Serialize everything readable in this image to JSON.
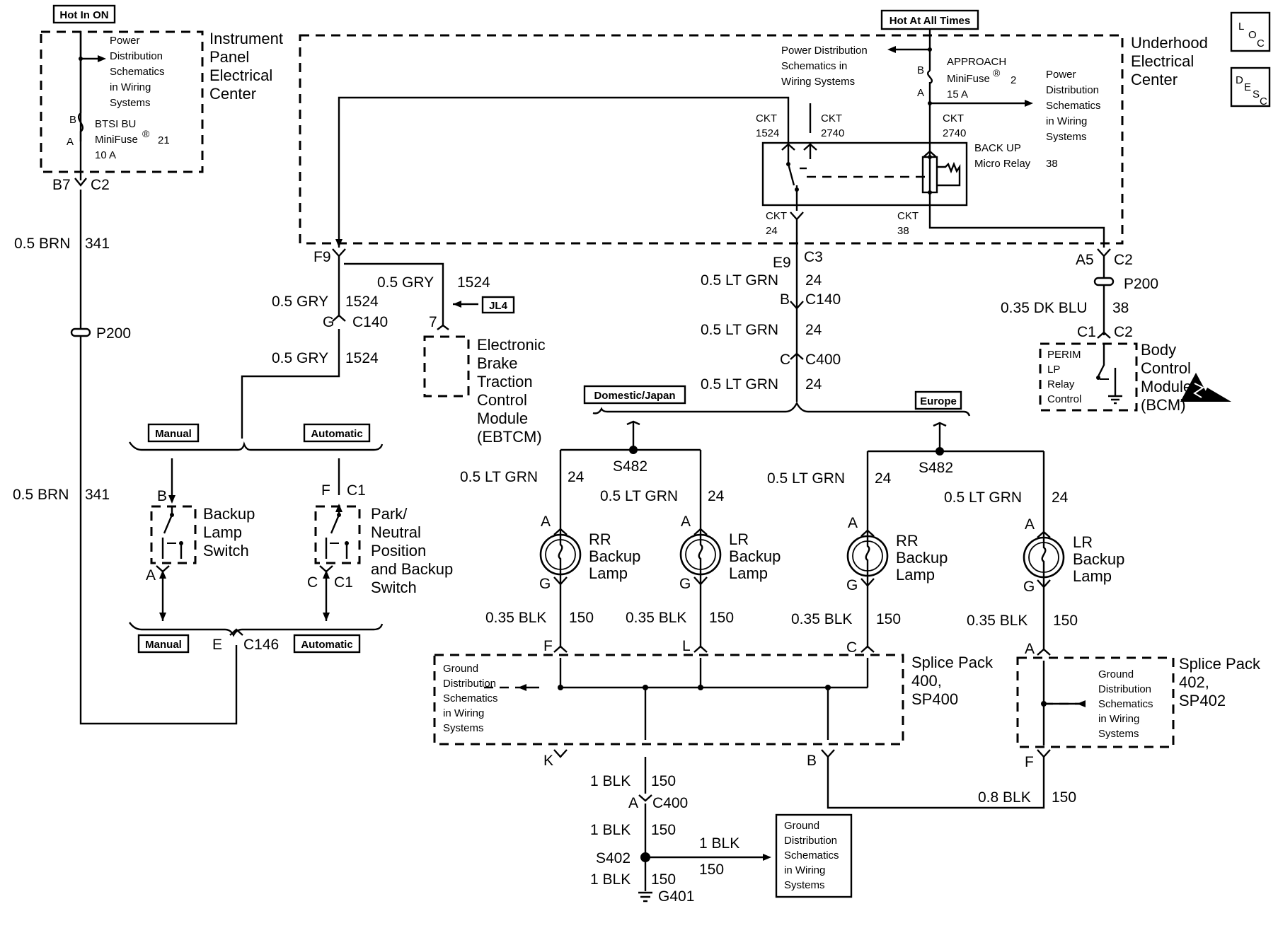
{
  "diagram": {
    "tags": {
      "hot_in_on": "Hot In ON",
      "hot_at_all_times": "Hot At All Times",
      "jl4": "JL4",
      "manual_top": "Manual",
      "automatic_top": "Automatic",
      "manual_bottom": "Manual",
      "automatic_bottom": "Automatic",
      "domestic_japan": "Domestic/Japan",
      "europe": "Europe"
    },
    "corner_icons": {
      "loc": [
        "L",
        "O",
        "C"
      ],
      "desc": [
        "D",
        "E",
        "S",
        "C"
      ]
    },
    "modules": {
      "ipec": [
        "Instrument",
        "Panel",
        "Electrical",
        "Center"
      ],
      "uec": [
        "Underhood",
        "Electrical",
        "Center"
      ],
      "ebtcm": [
        "Electronic",
        "Brake",
        "Traction",
        "Control",
        "Module",
        "(EBTCM)"
      ],
      "bcm": [
        "Body",
        "Control",
        "Module",
        "(BCM)"
      ],
      "backup_lamp_switch": [
        "Backup",
        "Lamp",
        "Switch"
      ],
      "pnp_switch": [
        "Park/",
        "Neutral",
        "Position",
        "and Backup",
        "Switch"
      ],
      "sp400": [
        "Splice Pack",
        "400,",
        "SP400"
      ],
      "sp402": [
        "Splice Pack",
        "402,",
        "SP402"
      ]
    },
    "notes": {
      "pd_ipec": [
        "Power",
        "Distribution",
        "Schematics",
        "in Wiring",
        "Systems"
      ],
      "pd_uec_left": [
        "Power Distribution",
        "Schematics in",
        "Wiring Systems"
      ],
      "pd_uec_right": [
        "Power",
        "Distribution",
        "Schematics",
        "in Wiring",
        "Systems"
      ],
      "gd_sp400": [
        "Ground",
        "Distribution",
        "Schematics",
        "in Wiring",
        "Systems"
      ],
      "gd_sp402": [
        "Ground",
        "Distribution",
        "Schematics",
        "in Wiring",
        "Systems"
      ],
      "gd_bottom": [
        "Ground",
        "Distribution",
        "Schematics",
        "in Wiring",
        "Systems"
      ]
    },
    "fuses": {
      "btsi": {
        "name": "BTSI BU",
        "type": "MiniFuse",
        "num": "21",
        "rating": "10 A",
        "b": "B",
        "a": "A"
      },
      "approach": {
        "name": "APPROACH",
        "type": "MiniFuse",
        "num": "2",
        "rating": "15 A",
        "b": "B",
        "a": "A"
      }
    },
    "relay": {
      "name": "BACK UP",
      "type": "Micro Relay",
      "num": "38",
      "ckt_labels": [
        "CKT",
        "1524",
        "CKT",
        "2740",
        "CKT",
        "2740",
        "CKT",
        "24",
        "CKT",
        "38"
      ]
    },
    "lamps": [
      {
        "name": [
          "RR",
          "Backup",
          "Lamp"
        ],
        "top": "A",
        "bottom": "G"
      },
      {
        "name": [
          "LR",
          "Backup",
          "Lamp"
        ],
        "top": "A",
        "bottom": "G"
      },
      {
        "name": [
          "RR",
          "Backup",
          "Lamp"
        ],
        "top": "A",
        "bottom": "G"
      },
      {
        "name": [
          "LR",
          "Backup",
          "Lamp"
        ],
        "top": "A",
        "bottom": "G"
      }
    ],
    "bcm_inner": [
      "PERIM",
      "LP",
      "Relay",
      "Control"
    ],
    "wires": {
      "brn341": [
        "0.5 BRN",
        "341"
      ],
      "gry1524": [
        "0.5 GRY",
        "1524"
      ],
      "ltgrn24": [
        "0.5 LT GRN",
        "24"
      ],
      "dkblu38": [
        "0.35 DK BLU",
        "38"
      ],
      "blk035": [
        "0.35 BLK",
        "150"
      ],
      "blk1": [
        "1 BLK",
        "150"
      ],
      "blk08": [
        "0.8 BLK",
        "150"
      ]
    },
    "connectors": {
      "b7": "B7",
      "c2": "C2",
      "p200": "P200",
      "f9": "F9",
      "g": "G",
      "c140": "C140",
      "seven": "7",
      "e9": "E9",
      "c3": "C3",
      "b": "B",
      "c400": "C400",
      "c": "C",
      "a5": "A5",
      "c1": "C1",
      "e": "E",
      "c146": "C146",
      "f": "F",
      "a": "A",
      "s482": "S482",
      "l": "L",
      "k": "K",
      "s402": "S402",
      "g401": "G401"
    }
  }
}
